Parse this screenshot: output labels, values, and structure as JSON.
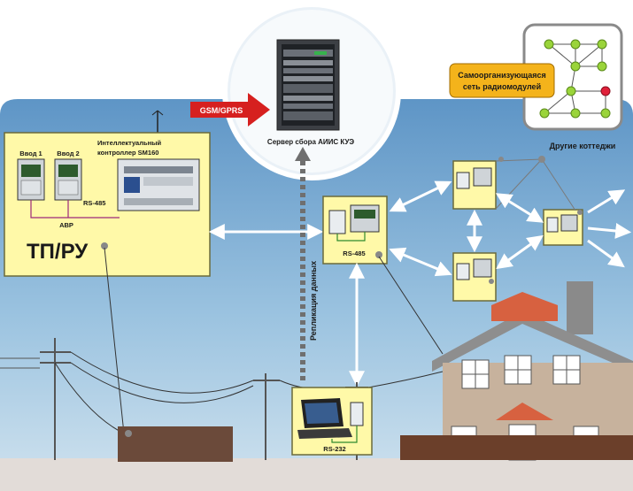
{
  "server": {
    "label": "Сервер сбора АИИС КУЭ"
  },
  "gsm": {
    "label": "GSM/GPRS"
  },
  "mesh": {
    "title": "Самоорганизующаяся сеть радиомодулей"
  },
  "other_cottages": {
    "label": "Другие коттеджи"
  },
  "tp": {
    "title": "ТП/РУ",
    "input1": "Ввод 1",
    "input2": "Ввод 2",
    "controller": "Интеллектуальный контроллер SM160",
    "rs485": "RS-485",
    "avr": "АВР"
  },
  "node_center": {
    "rs485": "RS-485"
  },
  "replication": {
    "label": "Репликация данных"
  },
  "laptop_box": {
    "rs232": "RS-232"
  },
  "colors": {
    "sky": "#7fb0d6",
    "ground": "#e2dcd8",
    "yellow_box": "#fff9a8",
    "arrow_red": "#d6201f",
    "mesh_node": "#9ad43a"
  }
}
